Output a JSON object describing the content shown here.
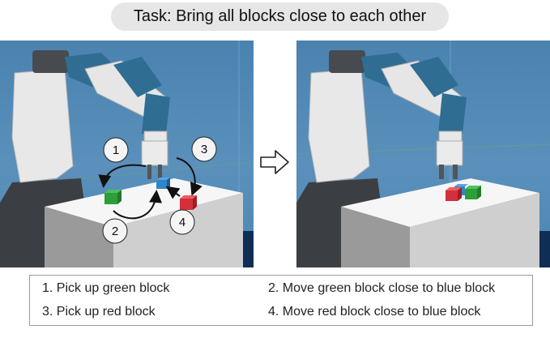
{
  "task": {
    "text": "Task: Bring all blocks close to each other"
  },
  "annotations": {
    "badge_1": "1",
    "badge_2": "2",
    "badge_3": "3",
    "badge_4": "4"
  },
  "steps": [
    "1. Pick up green block",
    "2. Move green block close to blue block",
    "3. Pick up red block",
    "4. Move red block close to blue block"
  ],
  "colors": {
    "background_sky": "#4a82b0",
    "table_top": "#f4f4f4",
    "block_green": "#2e9e3a",
    "block_blue": "#2f86c8",
    "block_red": "#d2303a",
    "robot_blue": "#2f6d92"
  }
}
